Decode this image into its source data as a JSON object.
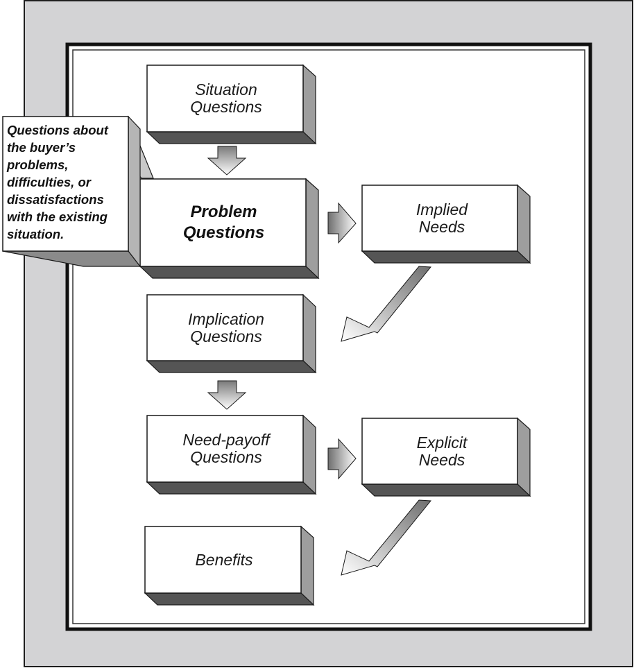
{
  "colors": {
    "frame_outer": "#d3d3d5",
    "box_face": "#ffffff",
    "box_side": "#9e9e9e",
    "box_bottom": "#555555",
    "arrow_gradient_dark": "#7a7a7a",
    "arrow_gradient_light": "#ffffff",
    "text": "#1a1a1a"
  },
  "boxes": {
    "situation": [
      "Situation",
      "Questions"
    ],
    "problem": [
      "Problem",
      "Questions"
    ],
    "implied": [
      "Implied",
      "Needs"
    ],
    "implication": [
      "Implication",
      "Questions"
    ],
    "needpayoff": [
      "Need-payoff",
      "Questions"
    ],
    "explicit": [
      "Explicit",
      "Needs"
    ],
    "benefits": [
      "Benefits"
    ]
  },
  "callout": [
    "Questions about",
    "the buyer’s",
    "problems,",
    "difficulties, or",
    "dissatisfactions",
    "with the existing",
    "situation."
  ]
}
